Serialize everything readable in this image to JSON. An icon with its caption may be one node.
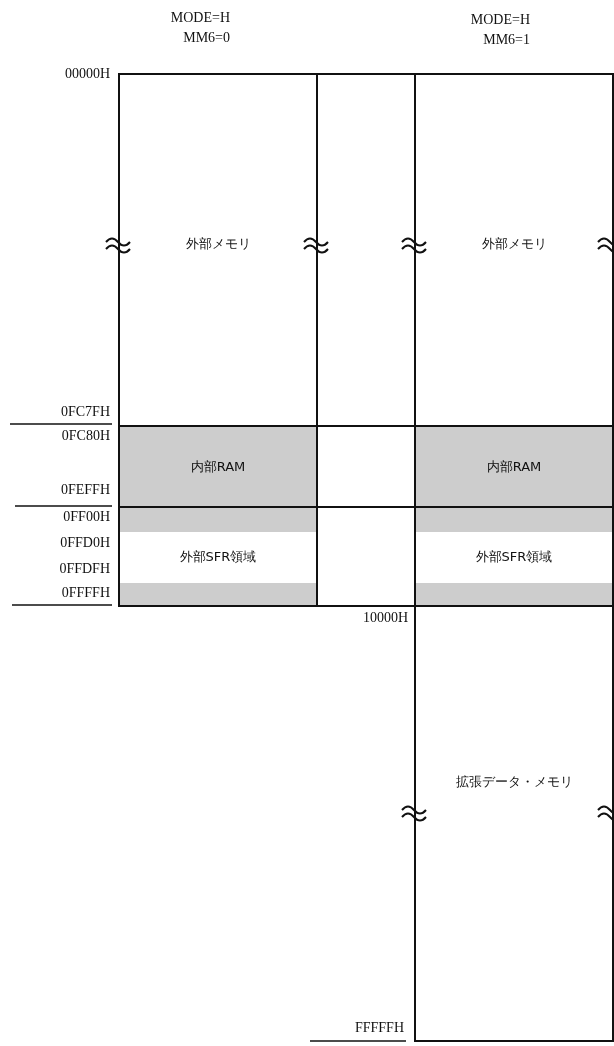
{
  "diagram": {
    "nodes": [
      {
        "text": [
          "外部メモリ"
        ]
      },
      {
        "text": [],
        "shape": "box"
      },
      {
        "text": [
          "外部メモリ"
        ]
      },
      {
        "text": [
          "内部RAM"
        ]
      },
      {
        "text": [],
        "shape": "box"
      },
      {
        "text": [
          "内部RAM"
        ]
      },
      {
        "text": [
          "外部SFR領域"
        ]
      },
      {
        "text": [],
        "shape": "box"
      },
      {
        "text": [
          "外部SFR領域"
        ]
      },
      {
        "text": [
          "拡張データ・メモリ"
        ]
      }
    ],
    "edges": [],
    "labels": [
      "MODE=H MM6=0",
      "MODE=H MM6=1",
      "00000H",
      "0FC7FH",
      "0FC80H",
      "0FEFFH",
      "0FF00H",
      "0FFD0H",
      "0FFDFH",
      "0FFFFH",
      "10000H",
      "FFFFFH"
    ]
  }
}
